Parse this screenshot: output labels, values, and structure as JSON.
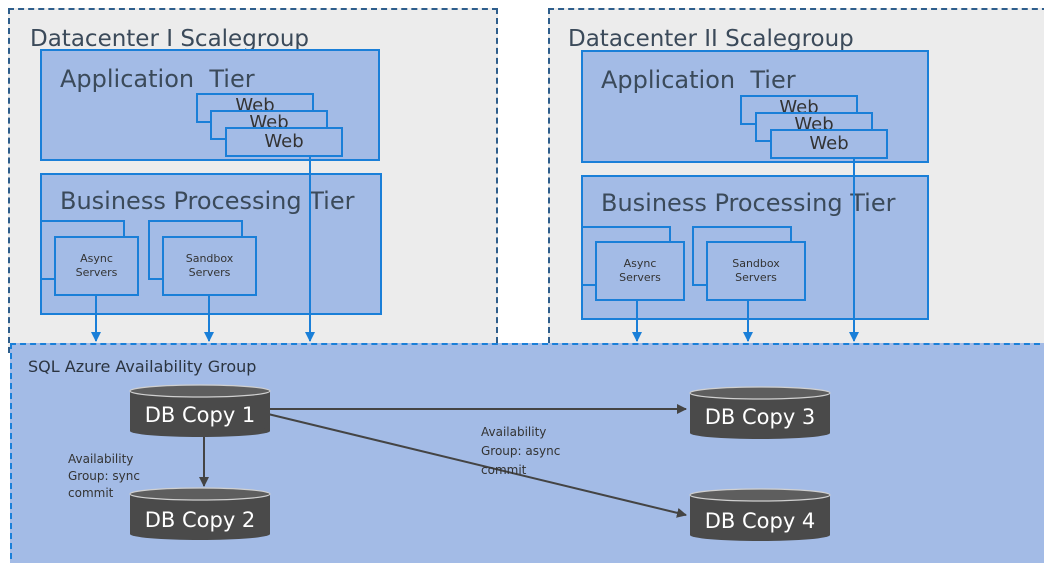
{
  "datacenters": [
    {
      "title": "Datacenter I Scalegroup",
      "app_tier": "Application  Tier",
      "web_stack": [
        "Web",
        "Web",
        "Web"
      ],
      "bp_tier": "Business Processing Tier",
      "async": [
        "Async",
        "Servers"
      ],
      "sandbox": [
        "Sandbox",
        "Servers"
      ]
    },
    {
      "title": "Datacenter II Scalegroup",
      "app_tier": "Application  Tier",
      "web_stack": [
        "Web",
        "Web",
        "Web"
      ],
      "bp_tier": "Business Processing Tier",
      "async": [
        "Async",
        "Servers"
      ],
      "sandbox": [
        "Sandbox",
        "Servers"
      ]
    }
  ],
  "sql_group": {
    "title": "SQL Azure Availability Group",
    "db": [
      "DB Copy 1",
      "DB Copy 2",
      "DB Copy 3",
      "DB Copy 4"
    ],
    "sync_label": [
      "Availability",
      "Group: sync",
      "commit"
    ],
    "async_label": [
      "Availability",
      "Group: async",
      "commit"
    ]
  },
  "colors": {
    "tier_fill": "#a3bbe6",
    "tier_border": "#1a7fd8",
    "dc_border": "#2e5e8c",
    "db_fill": "#4a4a4a"
  }
}
